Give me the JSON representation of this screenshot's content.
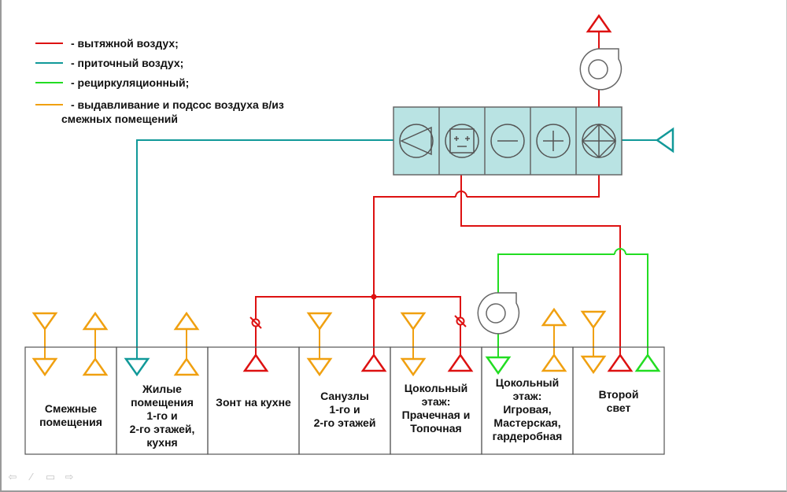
{
  "legend": [
    {
      "color": "#dd1111",
      "label": "- вытяжной воздух;"
    },
    {
      "color": "#119999",
      "label": "- приточный воздух;"
    },
    {
      "color": "#22dd22",
      "label": "- рециркуляционный;"
    },
    {
      "color": "#f0a010",
      "label": "- выдавливание и подсос воздуха в/из\nсмежных помещений"
    }
  ],
  "rooms": [
    {
      "label": "Смежные\nпомещения"
    },
    {
      "label": "Жилые\nпомещения\n1-го и\n2-го этажей,\nкухня"
    },
    {
      "label": "Зонт на кухне"
    },
    {
      "label": "Санузлы\n1-го и\n2-го этажей"
    },
    {
      "label": "Цокольный\nэтаж:\nПрачечная и\nТопочная"
    },
    {
      "label": "Цокольный\nэтаж:\nИгровая,\nМастерская,\nгардеробная"
    },
    {
      "label": "Второй\nсвет"
    }
  ],
  "ahu_sections": [
    "supply-fan-icon",
    "filter-icon",
    "cooler-icon",
    "heater-icon",
    "recuperator-icon"
  ],
  "colors": {
    "exhaust": "#dd1111",
    "supply": "#119999",
    "recirculation": "#22dd22",
    "overflow": "#f0a010",
    "unit_fill": "#b9e3e3"
  },
  "nav": [
    {
      "icon": "arrow-left-icon",
      "glyph": "⇦"
    },
    {
      "icon": "pen-icon",
      "glyph": "⁄"
    },
    {
      "icon": "menu-icon",
      "glyph": "▭"
    },
    {
      "icon": "arrow-right-icon",
      "glyph": "⇨"
    }
  ]
}
